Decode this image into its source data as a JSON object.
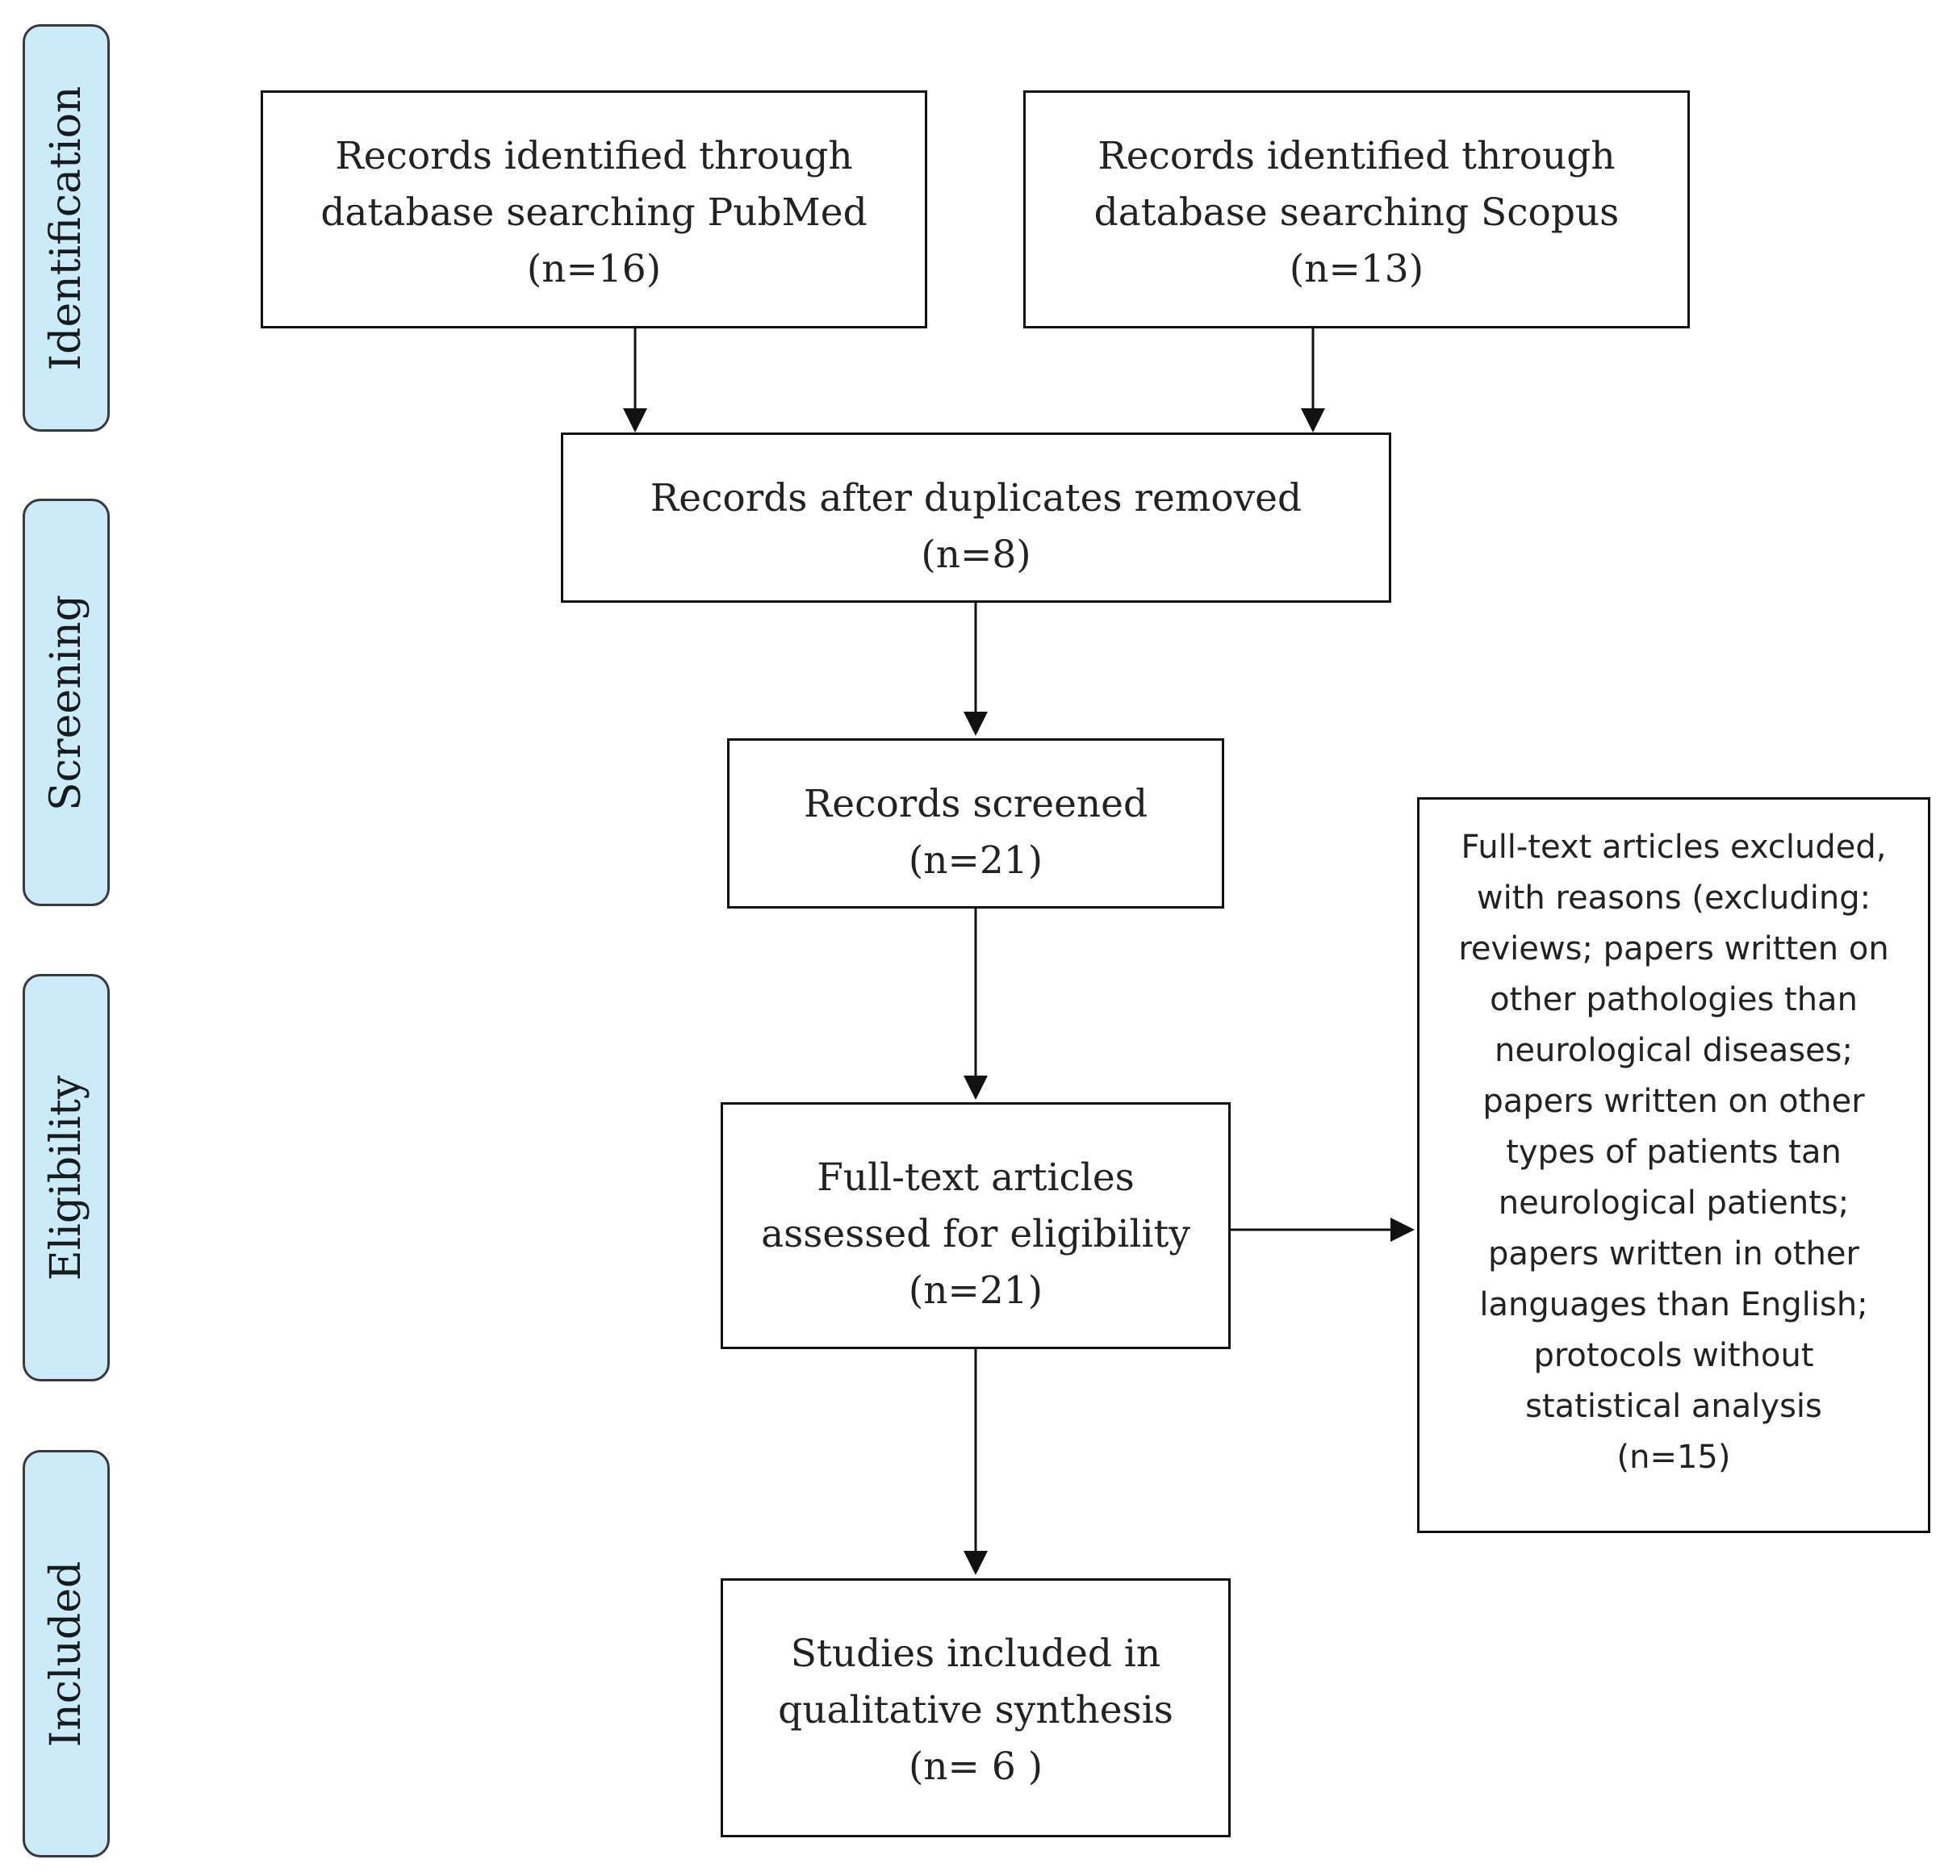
{
  "stages": {
    "identification": "Identification",
    "screening": "Screening",
    "eligibility": "Eligibility",
    "included": "Included"
  },
  "boxes": {
    "pubmed": {
      "lines": [
        "Records identified through",
        "database searching PubMed",
        "(n=16)"
      ]
    },
    "scopus": {
      "lines": [
        "Records identified through",
        "database searching Scopus",
        "(n=13)"
      ]
    },
    "duplicates_removed": {
      "lines": [
        "Records after duplicates removed",
        "(n=8)"
      ]
    },
    "screened": {
      "lines": [
        "Records screened",
        "(n=21)"
      ]
    },
    "full_text_assessed": {
      "lines": [
        "Full-text articles",
        "assessed for eligibility",
        "(n=21)"
      ]
    },
    "included": {
      "lines": [
        "Studies included in",
        "qualitative synthesis",
        "(n= 6 )"
      ]
    },
    "excluded": {
      "lines": [
        "Full-text articles excluded,",
        "with reasons (excluding:",
        "reviews; papers written on",
        "other pathologies than",
        "neurological diseases;",
        "papers written on other",
        "types of patients tan",
        "neurological patients;",
        "papers written in other",
        "languages than English;",
        "protocols without",
        "statistical analysis",
        "(n=15)"
      ]
    }
  },
  "colors": {
    "stage_fill": "#c9ecf8",
    "stage_border": "#3a3a3a",
    "box_border": "#111111",
    "arrow": "#111111"
  }
}
